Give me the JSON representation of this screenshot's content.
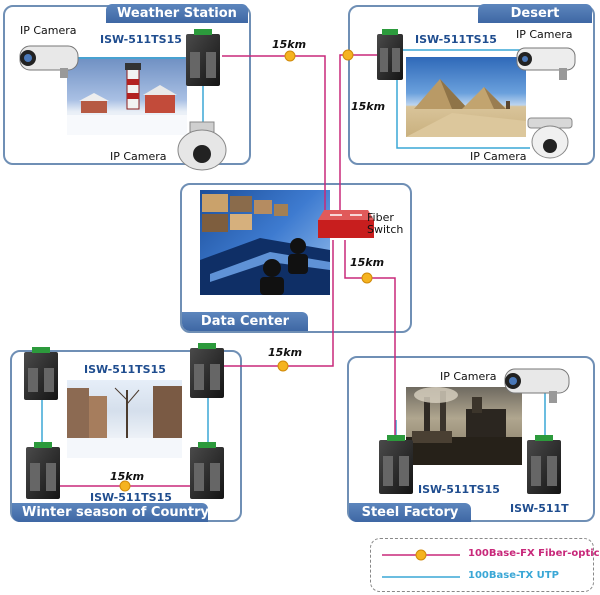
{
  "sites": {
    "weather": {
      "title": "Weather Station",
      "model": "ISW-511TS15",
      "camera_top": "IP Camera",
      "camera_bottom": "IP Camera"
    },
    "desert": {
      "title": "Desert",
      "model": "ISW-511TS15",
      "camera_top": "IP Camera",
      "camera_bottom": "IP Camera"
    },
    "datacenter": {
      "title": "Data Center",
      "switch_label": "Fiber\nSwitch"
    },
    "winter": {
      "title": "Winter season of Country",
      "model_top": "ISW-511TS15",
      "model_bottom": "ISW-511TS15"
    },
    "steel": {
      "title": "Steel Factory",
      "camera": "IP Camera",
      "model_left": "ISW-511TS15",
      "model_right": "ISW-511T"
    }
  },
  "distances": {
    "weather_link": "15km",
    "desert_link": "15km",
    "datacenter_link": "15km",
    "winter_link": "15km",
    "winter_internal": "15km"
  },
  "legend": {
    "fiber": "100Base-FX Fiber-optic",
    "utp": "100Base-TX UTP"
  },
  "colors": {
    "fiber": "#c8287a",
    "utp": "#3aa7d6",
    "panel_border": "#6f8fb5",
    "tab": "#4a74ae",
    "model_text": "#1f4d8f"
  }
}
